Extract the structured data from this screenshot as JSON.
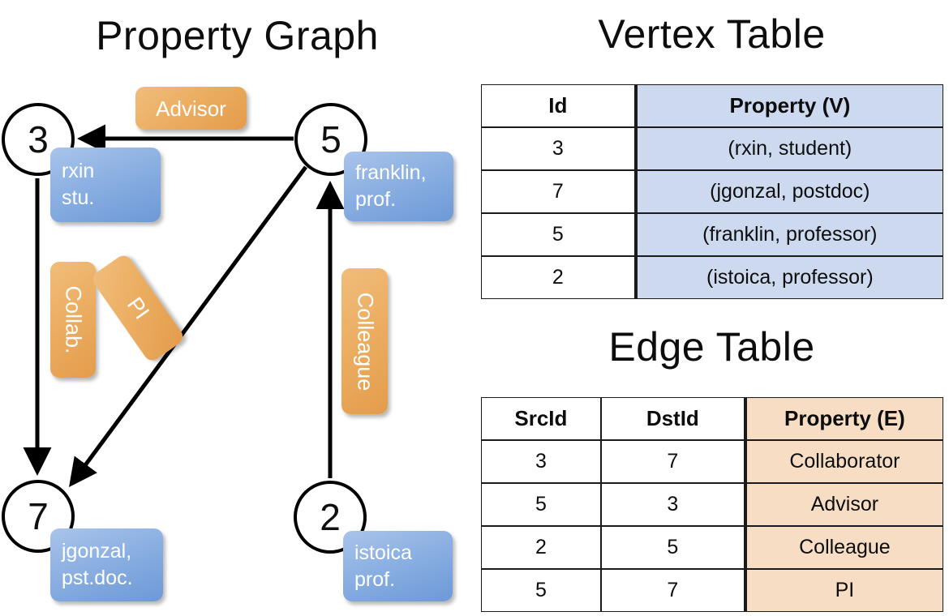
{
  "titles": {
    "property_graph": "Property Graph",
    "vertex_table": "Vertex Table",
    "edge_table": "Edge Table"
  },
  "graph": {
    "nodes": [
      {
        "id": "3",
        "name": "node-3",
        "property_line1": "rxin",
        "property_line2": "stu."
      },
      {
        "id": "5",
        "name": "node-5",
        "property_line1": "franklin,",
        "property_line2": "prof."
      },
      {
        "id": "7",
        "name": "node-7",
        "property_line1": "jgonzal,",
        "property_line2": "pst.doc."
      },
      {
        "id": "2",
        "name": "node-2",
        "property_line1": "istoica",
        "property_line2": "prof."
      }
    ],
    "edge_labels": [
      {
        "name": "advisor",
        "text": "Advisor"
      },
      {
        "name": "collab",
        "text": "Collab."
      },
      {
        "name": "pi",
        "text": "PI"
      },
      {
        "name": "colleague",
        "text": "Colleague"
      }
    ]
  },
  "vertex_table": {
    "headers": [
      "Id",
      "Property (V)"
    ],
    "rows": [
      [
        "3",
        "(rxin, student)"
      ],
      [
        "7",
        "(jgonzal, postdoc)"
      ],
      [
        "5",
        "(franklin, professor)"
      ],
      [
        "2",
        "(istoica, professor)"
      ]
    ]
  },
  "edge_table": {
    "headers": [
      "SrcId",
      "DstId",
      "Property (E)"
    ],
    "rows": [
      [
        "3",
        "7",
        "Collaborator"
      ],
      [
        "5",
        "3",
        "Advisor"
      ],
      [
        "2",
        "5",
        "Colleague"
      ],
      [
        "5",
        "7",
        "PI"
      ]
    ]
  },
  "colors": {
    "vertex_box": "#8bb0e2",
    "edge_box": "#ecae62",
    "vertex_table_highlight": "#ccd9ee",
    "edge_table_highlight": "#f6ddc3",
    "stroke": "#000000",
    "background": "#ffffff"
  }
}
